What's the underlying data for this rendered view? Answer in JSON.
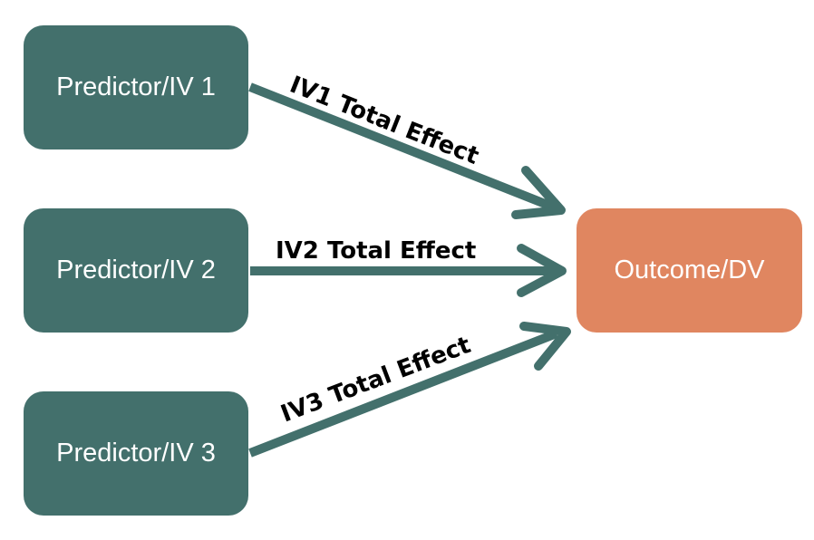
{
  "nodes": {
    "iv1": "Predictor/IV 1",
    "iv2": "Predictor/IV 2",
    "iv3": "Predictor/IV 3",
    "dv": "Outcome/DV"
  },
  "edges": {
    "iv1_label": "IV1 Total Effect",
    "iv2_label": "IV2 Total Effect",
    "iv3_label": "IV3 Total Effect"
  },
  "colors": {
    "predictor": "#43706c",
    "outcome": "#e08660",
    "arrow": "#43706c",
    "label": "#000000"
  }
}
